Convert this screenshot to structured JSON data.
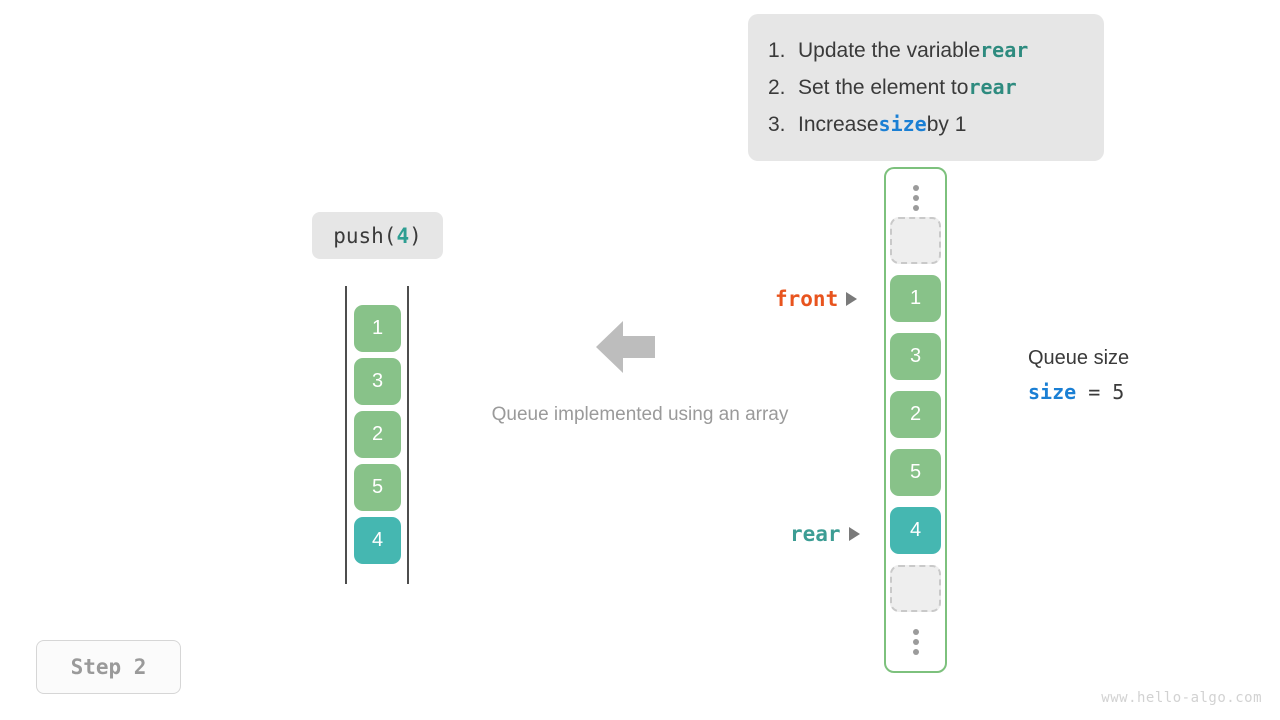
{
  "instructions": {
    "items": [
      {
        "number": "1.",
        "before": "Update the variable ",
        "code": "rear",
        "code_color": "teal",
        "after": ""
      },
      {
        "number": "2.",
        "before": "Set the element to ",
        "code": "rear",
        "code_color": "teal",
        "after": ""
      },
      {
        "number": "3.",
        "before": "Increase ",
        "code": "size",
        "code_color": "blue",
        "after": " by 1"
      }
    ]
  },
  "operation": {
    "name": "push(",
    "argument": "4",
    "close": ")"
  },
  "left_array": {
    "cells": [
      {
        "value": "1",
        "color": "green"
      },
      {
        "value": "3",
        "color": "green"
      },
      {
        "value": "2",
        "color": "green"
      },
      {
        "value": "5",
        "color": "green"
      },
      {
        "value": "4",
        "color": "teal"
      }
    ]
  },
  "center": {
    "caption": "Queue implemented using an array",
    "arrow_direction": "left"
  },
  "queue": {
    "slots": [
      {
        "value": "",
        "kind": "empty"
      },
      {
        "value": "1",
        "kind": "green"
      },
      {
        "value": "3",
        "kind": "green"
      },
      {
        "value": "2",
        "kind": "green"
      },
      {
        "value": "5",
        "kind": "green"
      },
      {
        "value": "4",
        "kind": "teal"
      },
      {
        "value": "",
        "kind": "empty"
      }
    ]
  },
  "pointers": {
    "front": "front",
    "rear": "rear"
  },
  "size_readout": {
    "title": "Queue size",
    "variable": "size",
    "operator": " = ",
    "value": "5"
  },
  "step": {
    "label": "Step 2"
  },
  "watermark": {
    "text": "www.hello-algo.com"
  },
  "colors": {
    "green_cell": "#88c289",
    "teal_cell": "#45b7b1",
    "front_label": "#e8541e",
    "rear_label": "#3c9d94",
    "size_var": "#1a7fd4",
    "code_teal": "#2e8b7f",
    "container_border": "#7dc17d",
    "chip_bg": "#e6e6e6"
  }
}
